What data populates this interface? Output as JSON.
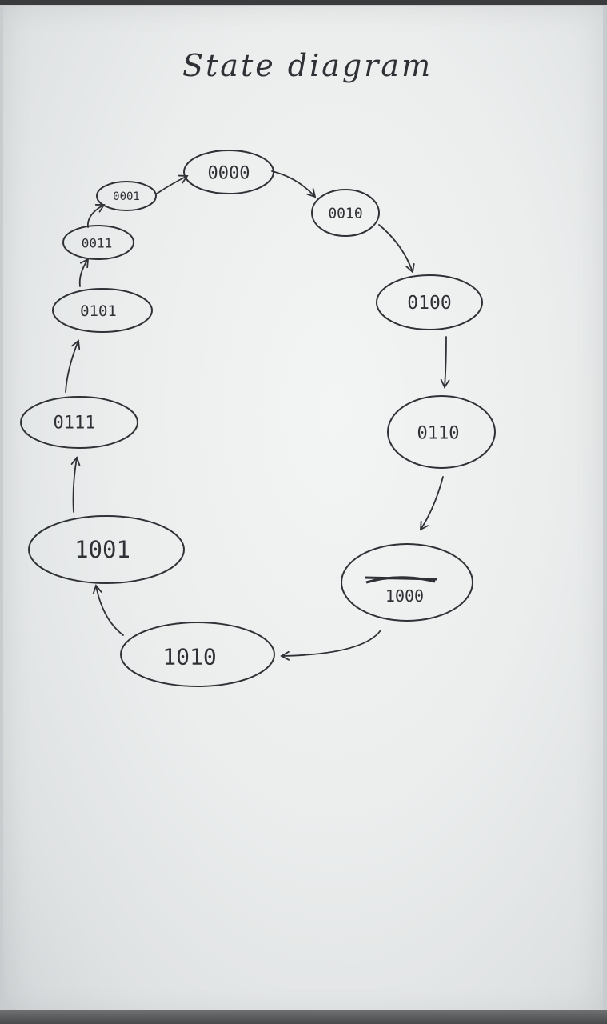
{
  "title": "State diagram",
  "states": [
    {
      "id": "s0000",
      "label": "0000"
    },
    {
      "id": "s0010",
      "label": "0010"
    },
    {
      "id": "s0100",
      "label": "0100"
    },
    {
      "id": "s0110",
      "label": "0110"
    },
    {
      "id": "s1000",
      "label": "1000"
    },
    {
      "id": "s1010",
      "label": "1010"
    },
    {
      "id": "s1001",
      "label": "1001"
    },
    {
      "id": "s0111",
      "label": "0111"
    },
    {
      "id": "s0101",
      "label": "0101"
    },
    {
      "id": "s0011",
      "label": "0011"
    },
    {
      "id": "s0001",
      "label": "0001"
    }
  ],
  "transitions": [
    {
      "from": "0000",
      "to": "0010"
    },
    {
      "from": "0010",
      "to": "0100"
    },
    {
      "from": "0100",
      "to": "0110"
    },
    {
      "from": "0110",
      "to": "1000"
    },
    {
      "from": "1000",
      "to": "1010"
    },
    {
      "from": "1010",
      "to": "1001"
    },
    {
      "from": "1001",
      "to": "0111"
    },
    {
      "from": "0111",
      "to": "0101"
    },
    {
      "from": "0101",
      "to": "0011"
    },
    {
      "from": "0011",
      "to": "0001"
    },
    {
      "from": "0001",
      "to": "0000"
    }
  ],
  "colors": {
    "ink": "#2f3136",
    "paper": "#eceeee"
  }
}
